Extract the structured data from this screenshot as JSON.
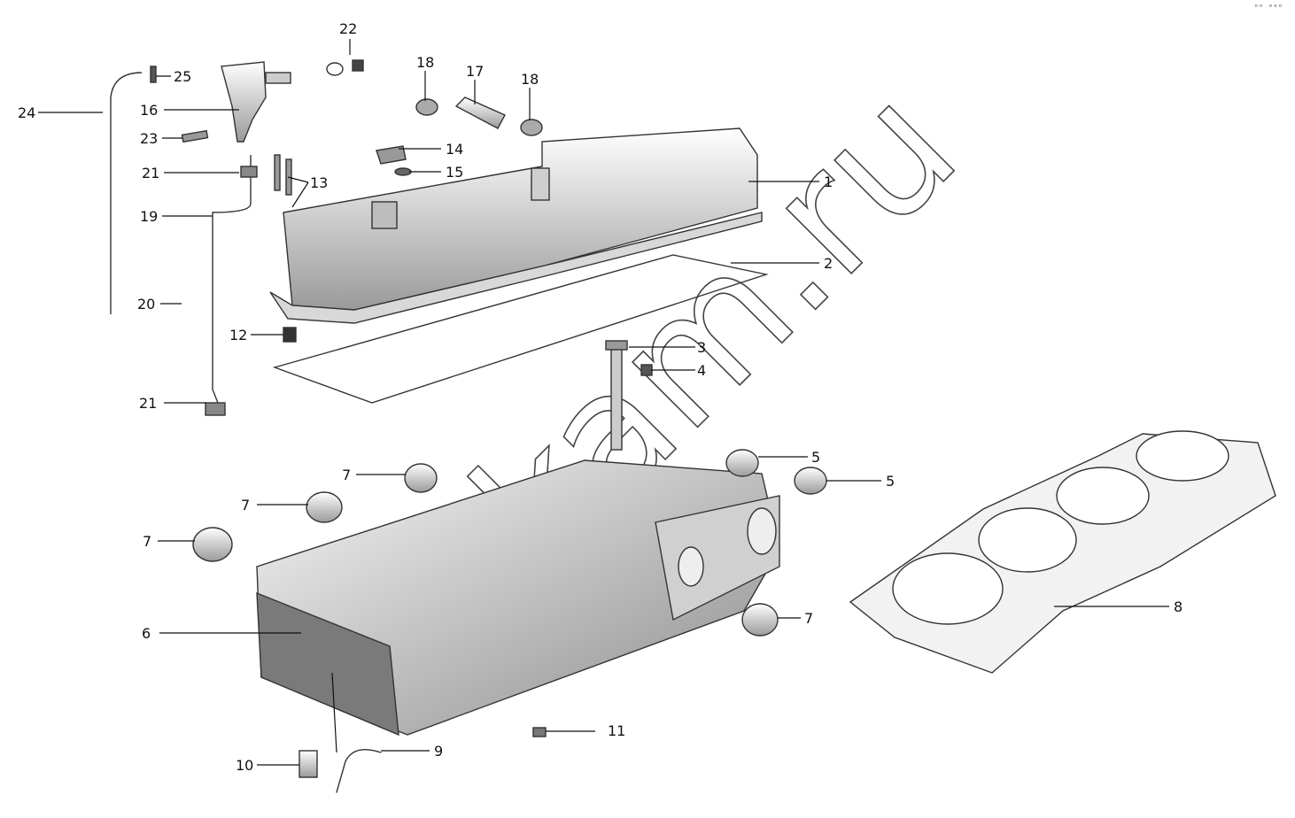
{
  "watermark": "apkam.ru",
  "corner_mark": "ᵒᵒ ᵒᵒᵒ",
  "callouts": {
    "n1": "1",
    "n2": "2",
    "n3": "3",
    "n4": "4",
    "n5": "5",
    "n6": "6",
    "n7": "7",
    "n8": "8",
    "n9": "9",
    "n10": "10",
    "n11": "11",
    "n12": "12",
    "n13": "13",
    "n14": "14",
    "n15": "15",
    "n16": "16",
    "n17": "17",
    "n18": "18",
    "n19": "19",
    "n20": "20",
    "n21": "21",
    "n22": "22",
    "n23": "23",
    "n24": "24",
    "n25": "25"
  },
  "colors": {
    "line": "#111111",
    "part_fill": "#e8e8e8",
    "shadow": "#9a9a9a",
    "background": "#ffffff"
  }
}
